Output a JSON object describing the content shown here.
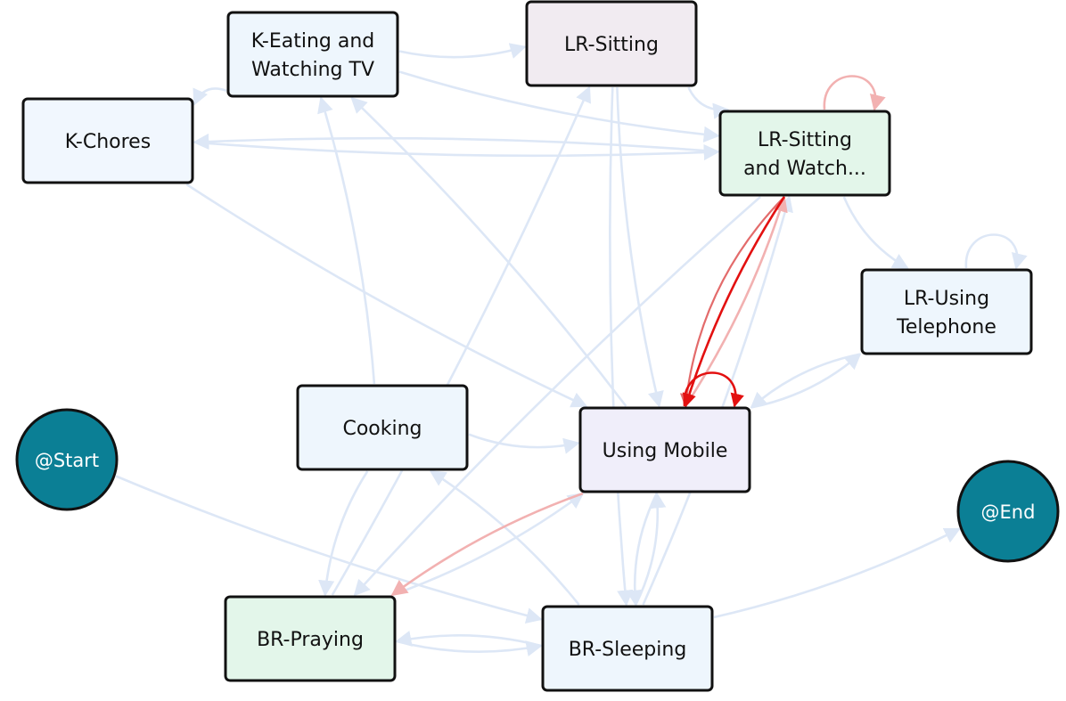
{
  "colors": {
    "edge_default": "#dde7f6",
    "edge_hot": "#f2b1b1",
    "edge_hotter": "#e36b6b",
    "edge_hottest": "#e31010",
    "node_border": "#111111",
    "circle_fill": "#0b7f95"
  },
  "nodes": [
    {
      "id": "k_eating",
      "lines": [
        "K-Eating and",
        "Watching TV"
      ],
      "fill": "#eef6fd"
    },
    {
      "id": "lr_sitting",
      "lines": [
        "LR-Sitting"
      ],
      "fill": "#f1ebf1"
    },
    {
      "id": "k_chores",
      "lines": [
        "K-Chores"
      ],
      "fill": "#f1f7fe"
    },
    {
      "id": "lr_sitting_watch",
      "lines": [
        "LR-Sitting",
        "and Watch..."
      ],
      "fill": "#e3f6ea"
    },
    {
      "id": "lr_telephone",
      "lines": [
        "LR-Using",
        "Telephone"
      ],
      "fill": "#eef6fd"
    },
    {
      "id": "cooking",
      "lines": [
        "Cooking"
      ],
      "fill": "#eef6fd"
    },
    {
      "id": "using_mobile",
      "lines": [
        "Using Mobile"
      ],
      "fill": "#f0eefa"
    },
    {
      "id": "start",
      "lines": [
        "@Start"
      ],
      "shape": "circle"
    },
    {
      "id": "end",
      "lines": [
        "@End"
      ],
      "shape": "circle"
    },
    {
      "id": "br_praying",
      "lines": [
        "BR-Praying"
      ],
      "fill": "#e3f6ea"
    },
    {
      "id": "br_sleeping",
      "lines": [
        "BR-Sleeping"
      ],
      "fill": "#eef6fd"
    }
  ],
  "edges": [
    {
      "from": "lr_sitting_watch",
      "to": "using_mobile",
      "weight": "hottest"
    },
    {
      "from": "using_mobile",
      "to": "using_mobile",
      "weight": "hottest",
      "self_loop": true
    },
    {
      "from": "using_mobile",
      "to": "lr_sitting_watch",
      "weight": "hot"
    },
    {
      "from": "lr_sitting_watch",
      "to": "lr_sitting_watch",
      "weight": "hot",
      "self_loop": true
    },
    {
      "from": "lr_sitting_watch",
      "to": "using_mobile",
      "weight": "hotter",
      "curved": true
    },
    {
      "from": "k_eating",
      "to": "lr_sitting",
      "weight": "default"
    },
    {
      "from": "k_eating",
      "to": "lr_sitting_watch",
      "weight": "default"
    },
    {
      "from": "k_chores",
      "to": "lr_sitting_watch",
      "weight": "default"
    },
    {
      "from": "lr_sitting_watch",
      "to": "k_chores",
      "weight": "default"
    },
    {
      "from": "k_chores",
      "to": "using_mobile",
      "weight": "default"
    },
    {
      "from": "lr_sitting",
      "to": "lr_sitting_watch",
      "weight": "default"
    },
    {
      "from": "lr_sitting_watch",
      "to": "lr_telephone",
      "weight": "default"
    },
    {
      "from": "lr_telephone",
      "to": "lr_telephone",
      "weight": "default",
      "self_loop": true
    },
    {
      "from": "lr_telephone",
      "to": "using_mobile",
      "weight": "default"
    },
    {
      "from": "using_mobile",
      "to": "lr_telephone",
      "weight": "default"
    },
    {
      "from": "cooking",
      "to": "using_mobile",
      "weight": "default"
    },
    {
      "from": "cooking",
      "to": "k_eating",
      "weight": "default"
    },
    {
      "from": "cooking",
      "to": "br_praying",
      "weight": "default"
    },
    {
      "from": "br_praying",
      "to": "lr_sitting",
      "weight": "default"
    },
    {
      "from": "br_praying",
      "to": "using_mobile",
      "weight": "default"
    },
    {
      "from": "using_mobile",
      "to": "br_praying",
      "weight": "hot"
    },
    {
      "from": "using_mobile",
      "to": "br_sleeping",
      "weight": "default"
    },
    {
      "from": "br_sleeping",
      "to": "using_mobile",
      "weight": "default"
    },
    {
      "from": "br_sleeping",
      "to": "br_praying",
      "weight": "default"
    },
    {
      "from": "br_praying",
      "to": "br_sleeping",
      "weight": "default"
    },
    {
      "from": "start",
      "to": "br_sleeping",
      "weight": "default"
    },
    {
      "from": "br_sleeping",
      "to": "end",
      "weight": "default"
    },
    {
      "from": "using_mobile",
      "to": "k_eating",
      "weight": "default"
    },
    {
      "from": "br_sleeping",
      "to": "lr_sitting_watch",
      "weight": "default"
    },
    {
      "from": "lr_sitting",
      "to": "br_sleeping",
      "weight": "default"
    },
    {
      "from": "br_sleeping",
      "to": "cooking",
      "weight": "default"
    },
    {
      "from": "lr_sitting_watch",
      "to": "br_praying",
      "weight": "default"
    },
    {
      "from": "k_eating",
      "to": "k_chores",
      "weight": "default"
    },
    {
      "from": "lr_sitting",
      "to": "using_mobile",
      "weight": "default"
    }
  ]
}
